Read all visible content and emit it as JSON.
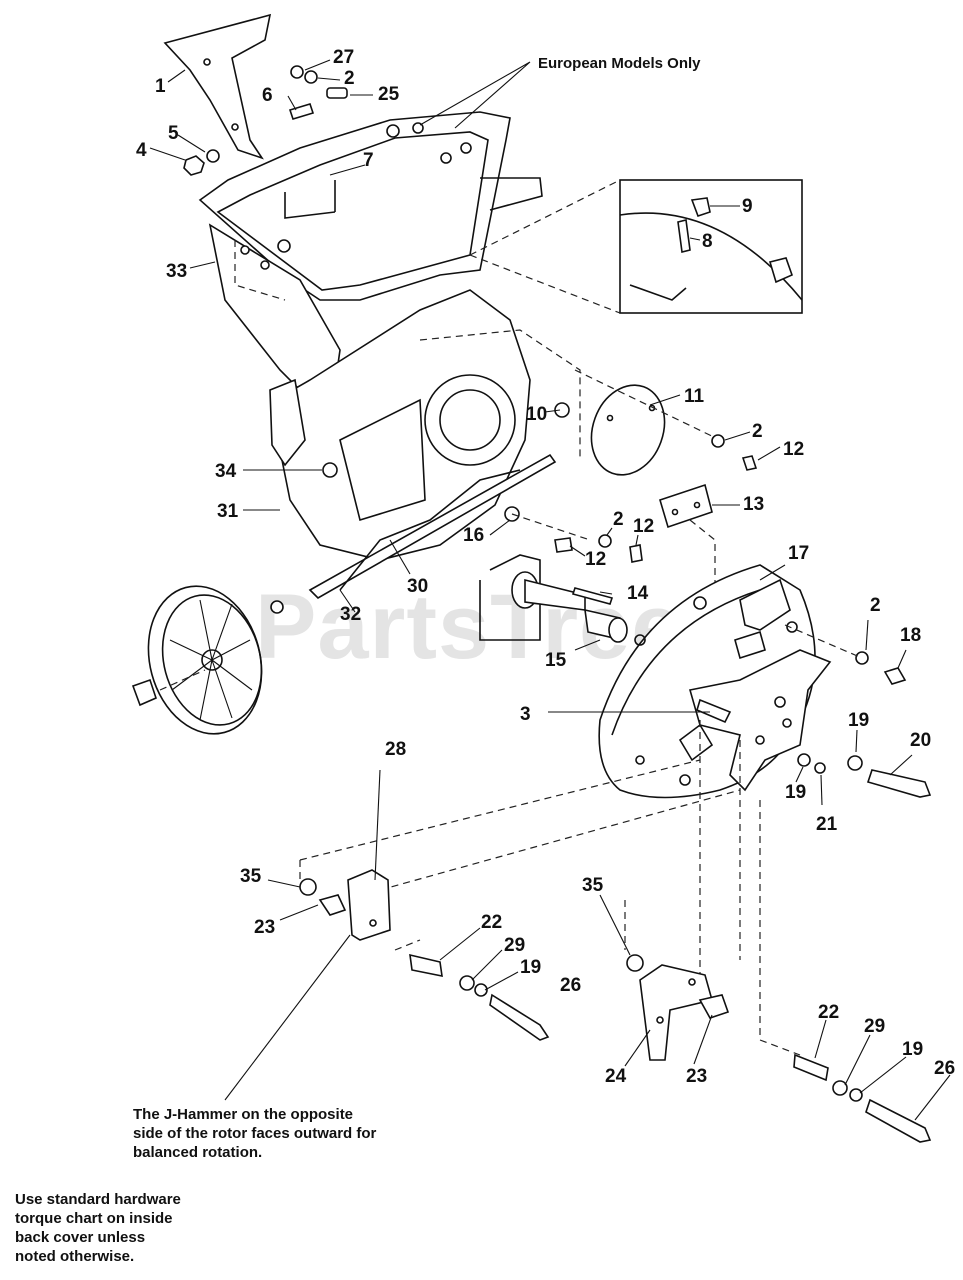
{
  "watermark": "PartsTree",
  "watermark_mark": "™",
  "callout_european": "European Models Only",
  "note_jhammer": [
    "The J-Hammer on the opposite",
    "side of the rotor faces outward for",
    "balanced rotation."
  ],
  "note_torque": [
    "Use standard hardware",
    "torque chart on inside",
    "back cover unless",
    "noted otherwise."
  ],
  "part_labels": {
    "p1": "1",
    "p27": "27",
    "p2a": "2",
    "p25": "25",
    "p6": "6",
    "p5": "5",
    "p4": "4",
    "p7": "7",
    "p33": "33",
    "p9": "9",
    "p8": "8",
    "p11": "11",
    "p10": "10",
    "p2b": "2",
    "p12a": "12",
    "p34": "34",
    "p31": "31",
    "p13": "13",
    "p2c": "2",
    "p12b": "12",
    "p16": "16",
    "p12c": "12",
    "p30": "30",
    "p17": "17",
    "p14": "14",
    "p32": "32",
    "p2d": "2",
    "p18": "18",
    "p15": "15",
    "p3": "3",
    "p19a": "19",
    "p20": "20",
    "p28": "28",
    "p19b": "19",
    "p21": "21",
    "p35a": "35",
    "p35b": "35",
    "p23a": "23",
    "p22a": "22",
    "p29a": "29",
    "p19c": "19",
    "p26a": "26",
    "p24": "24",
    "p23b": "23",
    "p22b": "22",
    "p29b": "29",
    "p19d": "19",
    "p26b": "26"
  }
}
